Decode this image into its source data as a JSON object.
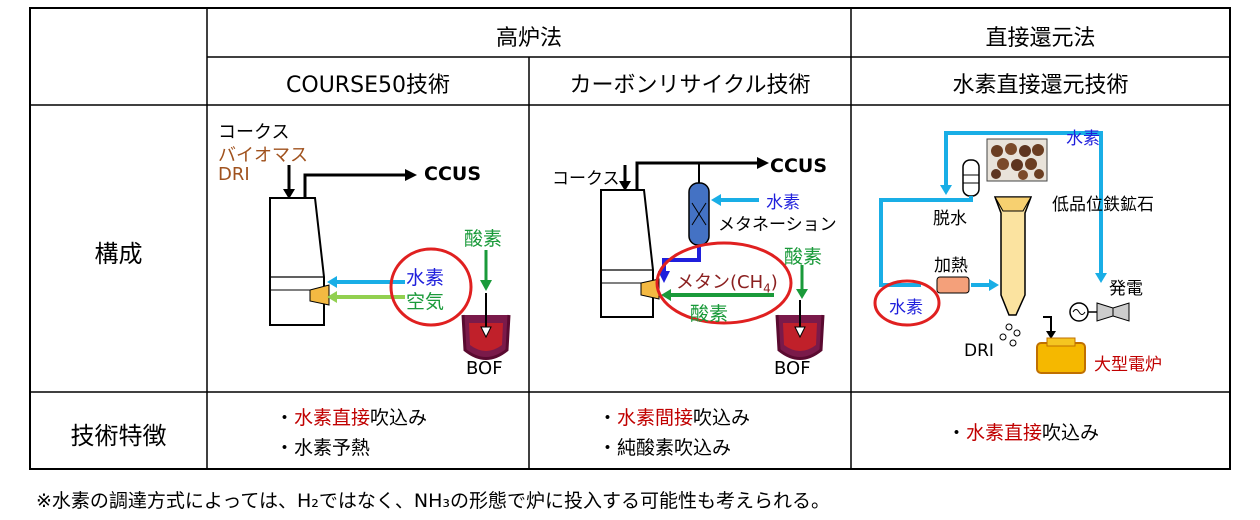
{
  "header": {
    "blast_furnace": "高炉法",
    "direct_reduction": "直接還元法",
    "course50": "COURSE50技術",
    "carbon_recycle": "カーボンリサイクル技術",
    "h2_direct": "水素直接還元技術"
  },
  "rows": {
    "config_label": "構成",
    "features_label": "技術特徴"
  },
  "course50": {
    "coke": "コークス",
    "biomass": "バイオマス",
    "dri": "DRI",
    "ccus": "CCUS",
    "oxygen": "酸素",
    "hydrogen": "水素",
    "air": "空気",
    "bof": "BOF",
    "feat1_prefix": "・",
    "feat1_red": "水素直接",
    "feat1_rest": "吹込み",
    "feat2": "・水素予熱"
  },
  "carbon_recycle": {
    "coke": "コークス",
    "ccus": "CCUS",
    "hydrogen": "水素",
    "methanation": "メタネーション",
    "oxygen_top": "酸素",
    "methane": "メタン(CH",
    "methane_sub": "4",
    "methane_close": ")",
    "oxygen": "酸素",
    "bof": "BOF",
    "feat1_prefix": "・",
    "feat1_red": "水素間接",
    "feat1_rest": "吹込み",
    "feat2": "・純酸素吹込み"
  },
  "h2_direct": {
    "hydrogen_top": "水素",
    "dehydration": "脱水",
    "low_grade_ore": "低品位鉄鉱石",
    "heating": "加熱",
    "power": "発電",
    "hydrogen": "水素",
    "dri": "DRI",
    "eaf": "大型電炉",
    "feat1_prefix": "・",
    "feat1_red": "水素直接",
    "feat1_rest": "吹込み"
  },
  "footnote": "※水素の調達方式によっては、H₂ではなく、NH₃の形態で炉に投入する可能性も考えられる。",
  "colors": {
    "hydrogen_blue": "#1f1fdc",
    "pipe_blue": "#19aee6",
    "oxygen_green": "#1a9a3a",
    "air_green": "#92d050",
    "highlight_red": "#e02020",
    "brown": "#a0521e",
    "dark_red": "#c00000"
  }
}
